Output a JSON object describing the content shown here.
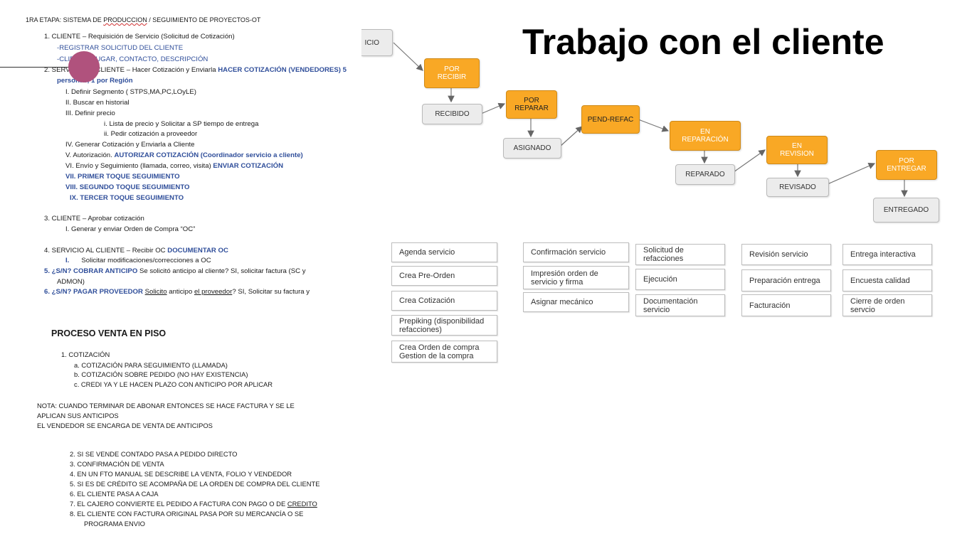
{
  "title": "Trabajo con el cliente",
  "doc": {
    "header_pre": "1RA ETAPA: SISTEMA DE ",
    "header_word": "PRODUCCION",
    "header_post": " / SEGUIMIENTO DE PROYECTOS-OT",
    "l1": "1.   CLIENTE – Requisición de Servicio (Solicitud de Cotización)",
    "l1a": "-REGISTRAR SOLICITUD DEL CLIENTE",
    "l1b": "-CLIENTE, LUGAR, CONTACTO, DESCRIPCIÓN",
    "l2_pre": "2.   SERVICIO AL CLIENTE – Hacer Cotización y Enviarla ",
    "l2_blue": "HACER COTIZACIÓN (VENDEDORES) 5",
    "l2b": "personas, 1 por Región",
    "r1": "I.      Definir Segmento ( STPS,MA,PC,LOyLE)",
    "r2": "II.     Buscar en historial",
    "r3": "III.    Definir precio",
    "r3a": "i.   Lista de precio y Solicitar a SP tiempo de entrega",
    "r3b": "ii.  Pedir cotización a proveedor",
    "r4": "IV.    Generar Cotización y Enviarla a Cliente",
    "r5_pre": "V.     Autorización.  ",
    "r5_blue": "AUTORIZAR COTIZACIÓN (Coordinador servicio a cliente)",
    "r6_pre": "VI.    Envío y  Seguimiento (llamada, correo, visita) ",
    "r6_blue": "ENVIAR COTIZACIÓN",
    "r7": "VII.     PRIMER TOQUE SEGUIMIENTO",
    "r8": "VIII.    SEGUNDO TOQUE SEGUIMIENTO",
    "r9": "IX.     TERCER TOQUE SEGUIMIENTO",
    "l3": "3.   CLIENTE – Aprobar cotización",
    "l3a": "I.      Generar y enviar Orden de Compra “OC”",
    "l4_pre": "4.   SERVICIO AL CLIENTE – Recibir OC ",
    "l4_blue": "DOCUMENTAR OC",
    "l4a_num": "I.",
    "l4a": "Solicitar modificaciones/correcciones a OC",
    "l5_blue": "5.   ¿S/N? COBRAR ANTICIPO",
    "l5_post": " Se solicitó anticipo al cliente? SI, solicitar factura (SC y",
    "l5b": "ADMON)",
    "l6_blue": "6.   ¿S/N? PAGAR PROVEEDOR ",
    "l6_w1": "Solicito",
    "l6_mid": " anticipo ",
    "l6_w2": "el proveedor",
    "l6_post": "? SI, Solicitar su factura y"
  },
  "venta": {
    "title": "PROCESO VENTA EN PISO",
    "s1": "1.   COTIZACIÓN",
    "s1a": "a.   COTIZACIÓN PARA SEGUIMIENTO (LLAMADA)",
    "s1b": "b.   COTIZACIÓN SOBRE PEDIDO (NO HAY EXISTENCIA)",
    "s1c": "c.   CREDI YA Y LE HACEN PLAZO CON ANTICIPO POR APLICAR",
    "nota1": "NOTA: CUANDO TERMINAR DE ABONAR ENTONCES SE HACE FACTURA Y SE LE",
    "nota2": "APLICAN SUS ANTICIPOS",
    "nota3": "EL VENDEDOR SE ENCARGA DE VENTA DE ANTICIPOS",
    "s2": "2.   SI SE VENDE CONTADO PASA A PEDIDO DIRECTO",
    "s3": "3.   CONFIRMACIÓN DE VENTA",
    "s4": "4.   EN UN FTO MANUAL SE DESCRIBE LA VENTA, FOLIO Y VENDEDOR",
    "s5": "5.   SI ES DE CRÉDITO SE ACOMPAÑA DE LA ORDEN DE COMPRA DEL CLIENTE",
    "s6": "6.   EL CLIENTE PASA A CAJA",
    "s7_pre": "7.   EL CAJERO CONVIERTE EL PEDIDO A FACTURA CON PAGO O DE ",
    "s7_w": "CREDITO",
    "s8": "8.   EL CLIENTE CON FACTURA ORIGINAL PASA POR SU MERCANCÍA O SE",
    "s8b": "PROGRAMA ENVIO"
  },
  "flow": {
    "inicio": "ICIO",
    "por_recibir": "POR\nRECIBIR",
    "recibido": "RECIBIDO",
    "por_reparar": "POR\nREPARAR",
    "asignado": "ASIGNADO",
    "pend_refac": "PEND-REFAC",
    "en_reparacion": "EN\nREPARACIÓN",
    "reparado": "REPARADO",
    "en_revision": "EN\nREVISION",
    "revisado": "REVISADO",
    "por_entregar": "POR\nENTREGAR",
    "entregado": "ENTREGADO"
  },
  "tasks": {
    "c1": [
      "Agenda servicio",
      "Crea Pre-Orden",
      "Crea Cotización",
      "Prepiking (disponibilidad\nrefacciones)",
      "Crea Orden de compra\nGestion de la compra"
    ],
    "c2": [
      "Confirmación servicio",
      "Impresión orden de\nservicio y firma",
      "Asignar mecánico"
    ],
    "c3": [
      "Solicitud de\nrefacciones",
      "Ejecución",
      "Documentación\nservicio"
    ],
    "c4": [
      "Revisión servicio",
      "Preparación entrega",
      "Facturación"
    ],
    "c5": [
      "Entrega interactiva",
      "Encuesta calidad",
      "Cierre de orden\nservcio"
    ]
  },
  "colors": {
    "orange": "#f9a825",
    "blue_text": "#2f4e9a",
    "marker": "#b0527d"
  }
}
